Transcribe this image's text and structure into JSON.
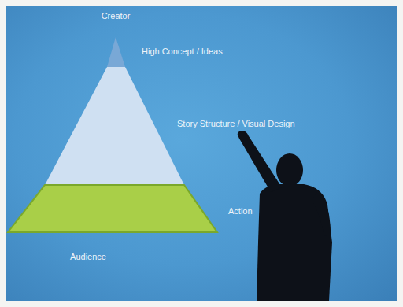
{
  "diagram": {
    "labels": [
      "Creator",
      "High Concept / Ideas",
      "Story Structure / Visual Design",
      "Action",
      "Audience"
    ]
  }
}
